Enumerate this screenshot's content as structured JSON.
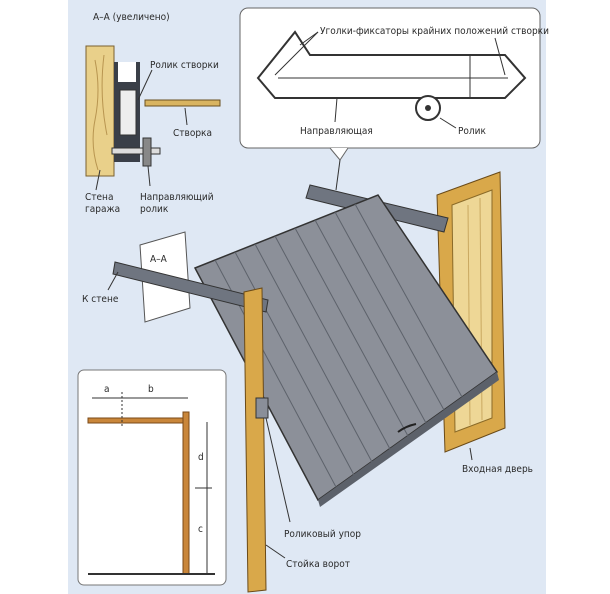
{
  "colors": {
    "background": "#dfe8f4",
    "wood": "#e6c77a",
    "wood_dark": "#b88a3a",
    "panel": "#8c9099",
    "metal": "#6f7580"
  },
  "section": {
    "title": "А–А (увеличено)",
    "roller_sash": "Ролик створки",
    "sash": "Створка",
    "wall_line1": "Стена",
    "wall_line2": "гаража",
    "guide_roller_line1": "Направляющий",
    "guide_roller_line2": "ролик"
  },
  "callout": {
    "corner_stops": "Уголки-фиксаторы крайних положений створки",
    "guide": "Направляющая",
    "roller": "Ролик"
  },
  "main": {
    "section_mark": "А–А",
    "to_wall": "К стене",
    "entrance_door": "Входная дверь",
    "roller_stop": "Роликовый упор",
    "gate_post": "Стойка ворот"
  },
  "dimensions": {
    "a": "a",
    "b": "b",
    "c": "c",
    "d": "d"
  }
}
